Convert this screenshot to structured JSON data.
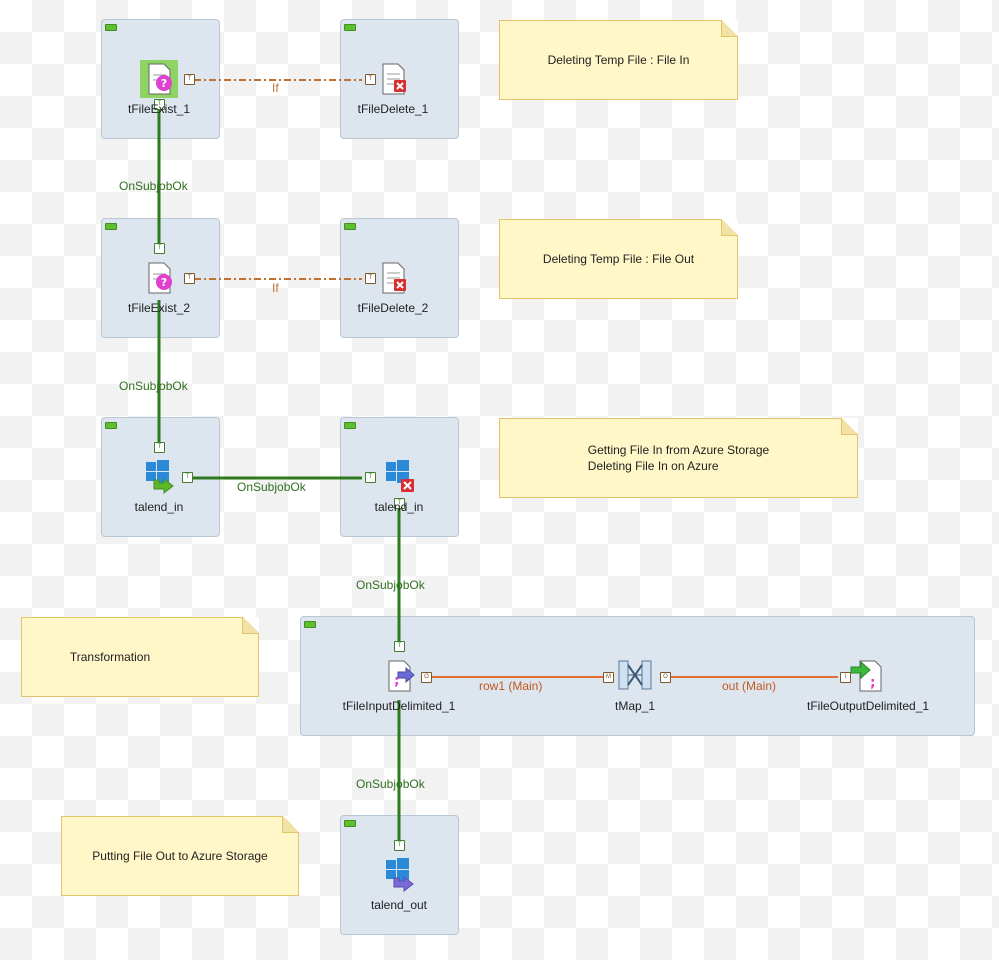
{
  "notes": {
    "note1": "Deleting Temp File : File In",
    "note2": "Deleting Temp File : File Out",
    "note3": "Getting File In from Azure Storage\nDeleting File In on Azure",
    "note4": "Transformation",
    "note5": "Putting File Out to Azure Storage"
  },
  "components": {
    "tFileExist_1": "tFileExist_1",
    "tFileDelete_1": "tFileDelete_1",
    "tFileExist_2": "tFileExist_2",
    "tFileDelete_2": "tFileDelete_2",
    "talend_in_get": "talend_in",
    "talend_in_delete": "talend_in",
    "tFileInputDelimited_1": "tFileInputDelimited_1",
    "tMap_1": "tMap_1",
    "tFileOutputDelimited_1": "tFileOutputDelimited_1",
    "talend_out": "talend_out"
  },
  "links": {
    "if_1": "If",
    "if_2": "If",
    "ok_1": "OnSubjobOk",
    "ok_2": "OnSubjobOk",
    "ok_3": "OnSubjobOk",
    "ok_4": "OnSubjobOk",
    "ok_5": "OnSubjobOk",
    "row1": "row1 (Main)",
    "out": "out (Main)"
  },
  "ports": {
    "trigger": "T",
    "output": "O",
    "main": "M",
    "input": "I"
  },
  "colors": {
    "subjob_bg": "#dde5ee",
    "note_bg": "#fff7c8",
    "onsubjobok": "#2f7a1f",
    "if_link": "#c07030",
    "main_link": "#e07030"
  }
}
